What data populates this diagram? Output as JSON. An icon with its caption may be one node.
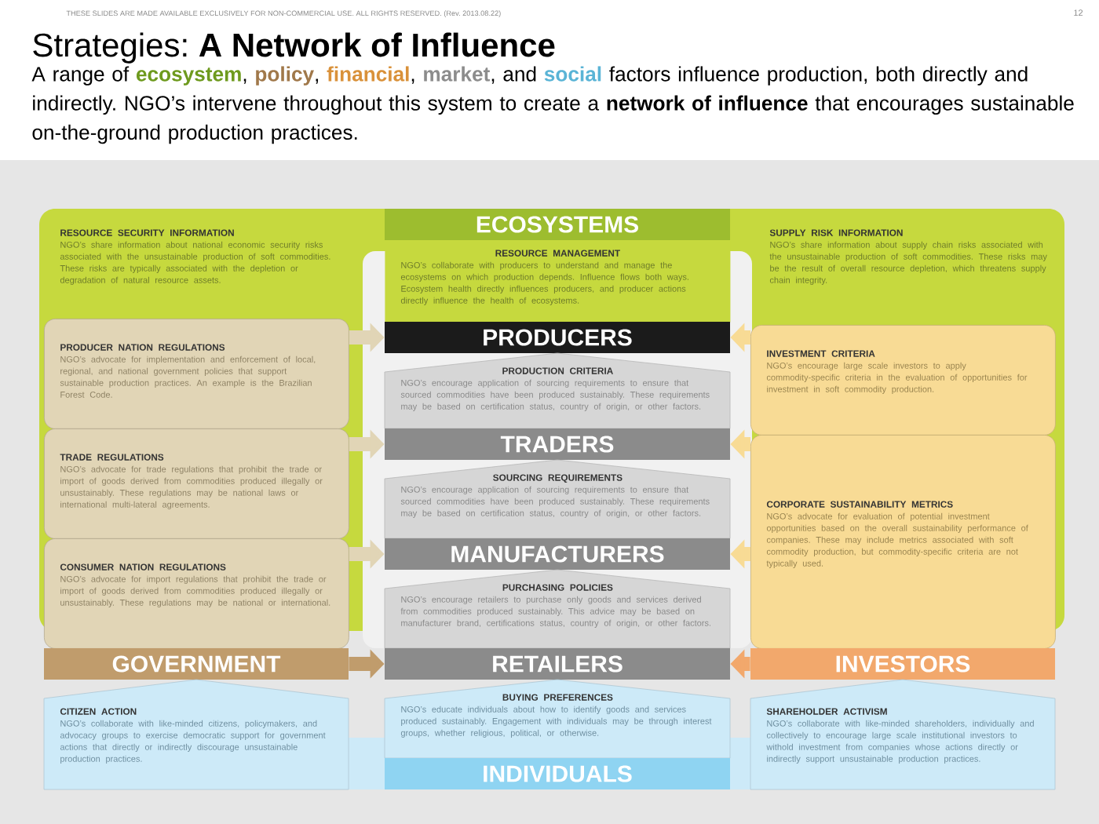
{
  "diagram": {
    "title": "Strategies: **A Network of Influence**",
    "caption": "A range of **ecosystem**, **policy**, **financial**, **market**, and **social** factors influence production, both directly and indirectly. NGO’s intervene throughout this system to create a **network of influence** that encourages sustainable on-the-ground production practices.",
    "nodes": [
      {
        "text": [
          "ECOSYSTEMS"
        ]
      },
      {
        "text": [
          "RESOURCE SECURITY INFORMATION",
          "NGO’s share information about national economic security risks associated with the unsustainable production of soft commodities. These risks are typically associated with the depletion or degradation of natural resource assets."
        ]
      },
      {
        "text": [
          "RESOURCE MANAGEMENT",
          "NGO’s collaborate with producers to understand and manage the ecosystems on which production depends. Influence flows both ways. Ecosystem health directly influences producers, and producer actions directly influence the health of ecosystems."
        ]
      },
      {
        "text": [
          "SUPPLY RISK INFORMATION",
          "NGO’s share information about supply chain risks associated with the unsustainable production of soft commodities. These risks may be the result of overall resource depletion, which threatens supply chain integrity."
        ]
      },
      {
        "text": [
          "PRODUCER NATION REGULATIONS",
          "NGO’s advocate for implementation and enforcement of local, regional, and national government policies that support sustainable production practices. An example is the Brazilian Forest Code."
        ]
      },
      {
        "text": [
          "PRODUCERS"
        ]
      },
      {
        "text": [
          "INVESTMENT CRITERIA",
          "NGO’s encourage large scale investors to apply commodity-specific criteria in the evaluation of opportunities for investment in soft commodity production."
        ]
      },
      {
        "text": [
          "PRODUCTION CRITERIA",
          "NGO’s encourage application of sourcing requirements to ensure that sourced commodities have been produced sustainably. These requirements may be based on certification status, country of origin, or other factors."
        ]
      },
      {
        "text": [
          "TRADE REGULATIONS",
          "NGO’s advocate for trade regulations that prohibit the trade or import of goods derived from commodities produced illegally or unsustainably. These regulations may be national laws or international multi-lateral agreements."
        ]
      },
      {
        "text": [
          "TRADERS"
        ]
      },
      {
        "text": [
          "CORPORATE SUSTAINABILITY METRICS",
          "NGO’s advocate for evaluation of potential investment opportunities based on the overall sustainability performance of companies. These may include metrics associated with soft commodity production, but commodity-specific criteria are not typically used."
        ]
      },
      {
        "text": [
          "SOURCING REQUIREMENTS",
          "NGO’s encourage application of sourcing requirements to ensure that sourced commodities have been produced sustainably. These requirements may be based on certification status, country of origin, or other factors."
        ]
      },
      {
        "text": [
          "CONSUMER NATION REGULATIONS",
          "NGO’s advocate for import regulations that prohibit the trade or import of goods derived from commodities produced illegally or unsustainably. These regulations may be national or international."
        ]
      },
      {
        "text": [
          "MANUFACTURERS"
        ]
      },
      {
        "text": [
          "PURCHASING POLICIES",
          "NGO’s encourage retailers to purchase only goods and services derived from commodities produced sustainably. This advice may be based on manufacturer brand, certifications status, country of origin, or other factors."
        ]
      },
      {
        "text": [
          "GOVERNMENT"
        ]
      },
      {
        "text": [
          "RETAILERS"
        ]
      },
      {
        "text": [
          "INVESTORS"
        ]
      },
      {
        "text": [
          "CITIZEN ACTION",
          "NGO’s collaborate with like-minded citizens, policymakers, and advocacy groups to exercise democratic support for government actions that directly or indirectly discourage unsustainable production practices."
        ]
      },
      {
        "text": [
          "BUYING PREFERENCES",
          "NGO’s educate individuals about how to identify goods and services produced sustainably. Engagement with individuals may be through interest groups, whether religious, political, or otherwise."
        ]
      },
      {
        "text": [
          "SHAREHOLDER ACTIVISM",
          "NGO’s collaborate with like-minded shareholders, individually and collectively to encourage large scale institutional investors to withold investment from companies whose actions directly or indirectly support unsustainable production practices."
        ]
      },
      {
        "text": [
          "INDIVIDUALS"
        ]
      }
    ],
    "edges": [
      {
        "from": 4,
        "to": 5,
        "arrow": "to"
      },
      {
        "from": 6,
        "to": 5,
        "arrow": "to"
      },
      {
        "from": 8,
        "to": 9,
        "arrow": "to"
      },
      {
        "from": 10,
        "to": 9,
        "arrow": "to"
      },
      {
        "from": 12,
        "to": 13,
        "arrow": "to"
      },
      {
        "from": 10,
        "to": 13,
        "arrow": "to"
      },
      {
        "from": 15,
        "to": 16,
        "arrow": "to"
      },
      {
        "from": 17,
        "to": 16,
        "arrow": "to"
      }
    ],
    "labels": [
      "THESE SLIDES ARE MADE AVAILABLE EXCLUSIVELY FOR NON-COMMERCIAL USE. ALL RIGHTS RESERVED. (Rev. 2013.08.22)",
      "12"
    ]
  }
}
